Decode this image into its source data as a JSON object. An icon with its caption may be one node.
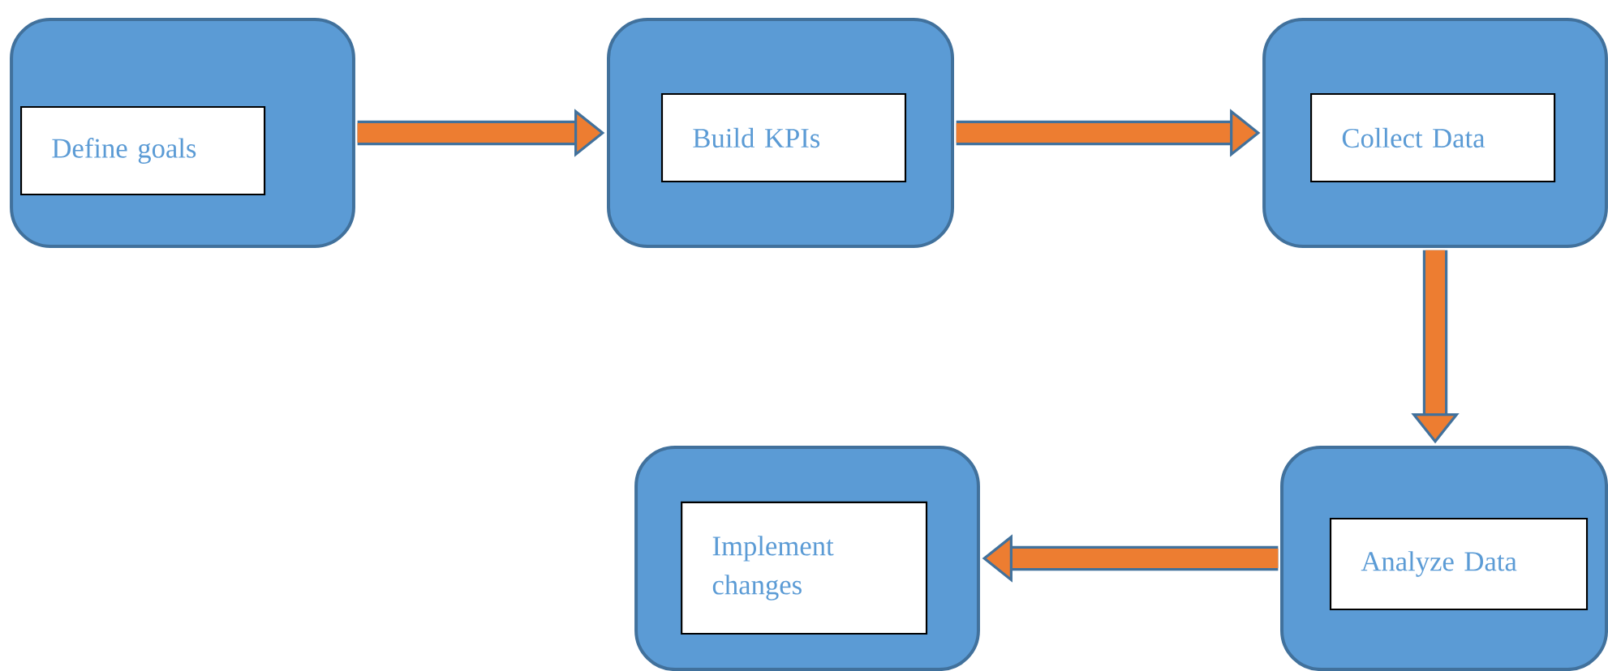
{
  "diagram": {
    "nodes": [
      {
        "text": [],
        "shape": "box"
      },
      {
        "text": [
          "Define goals"
        ],
        "in": 0
      },
      {
        "text": [],
        "shape": "box"
      },
      {
        "text": [
          "Build KPIs"
        ],
        "in": 2
      },
      {
        "text": [],
        "shape": "box"
      },
      {
        "text": [
          "Collect Data"
        ],
        "in": 4
      },
      {
        "text": [],
        "shape": "box"
      },
      {
        "text": [
          "Implement changes"
        ],
        "in": 6
      },
      {
        "text": [],
        "shape": "box"
      },
      {
        "text": [
          "Analyze Data"
        ],
        "in": 8
      }
    ],
    "edges": [
      {
        "from": 0,
        "to": 2,
        "arrow": "to"
      },
      {
        "from": 2,
        "to": 4,
        "arrow": "to"
      },
      {
        "from": 4,
        "to": 8,
        "arrow": "to"
      },
      {
        "from": 8,
        "to": 6,
        "arrow": "to"
      }
    ]
  }
}
